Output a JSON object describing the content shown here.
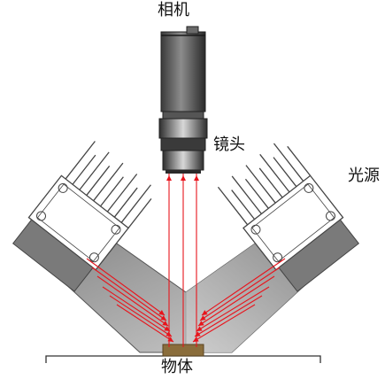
{
  "labels": {
    "camera": "相机",
    "lens": "镜头",
    "light_source": "光源",
    "object": "物体"
  },
  "icons": {
    "camera": "industrial-camera-icon",
    "light": "led-light-source-icon"
  },
  "colors": {
    "ray": "#e8141c",
    "object": "#8a6d3b",
    "light_outline": "#444444"
  }
}
